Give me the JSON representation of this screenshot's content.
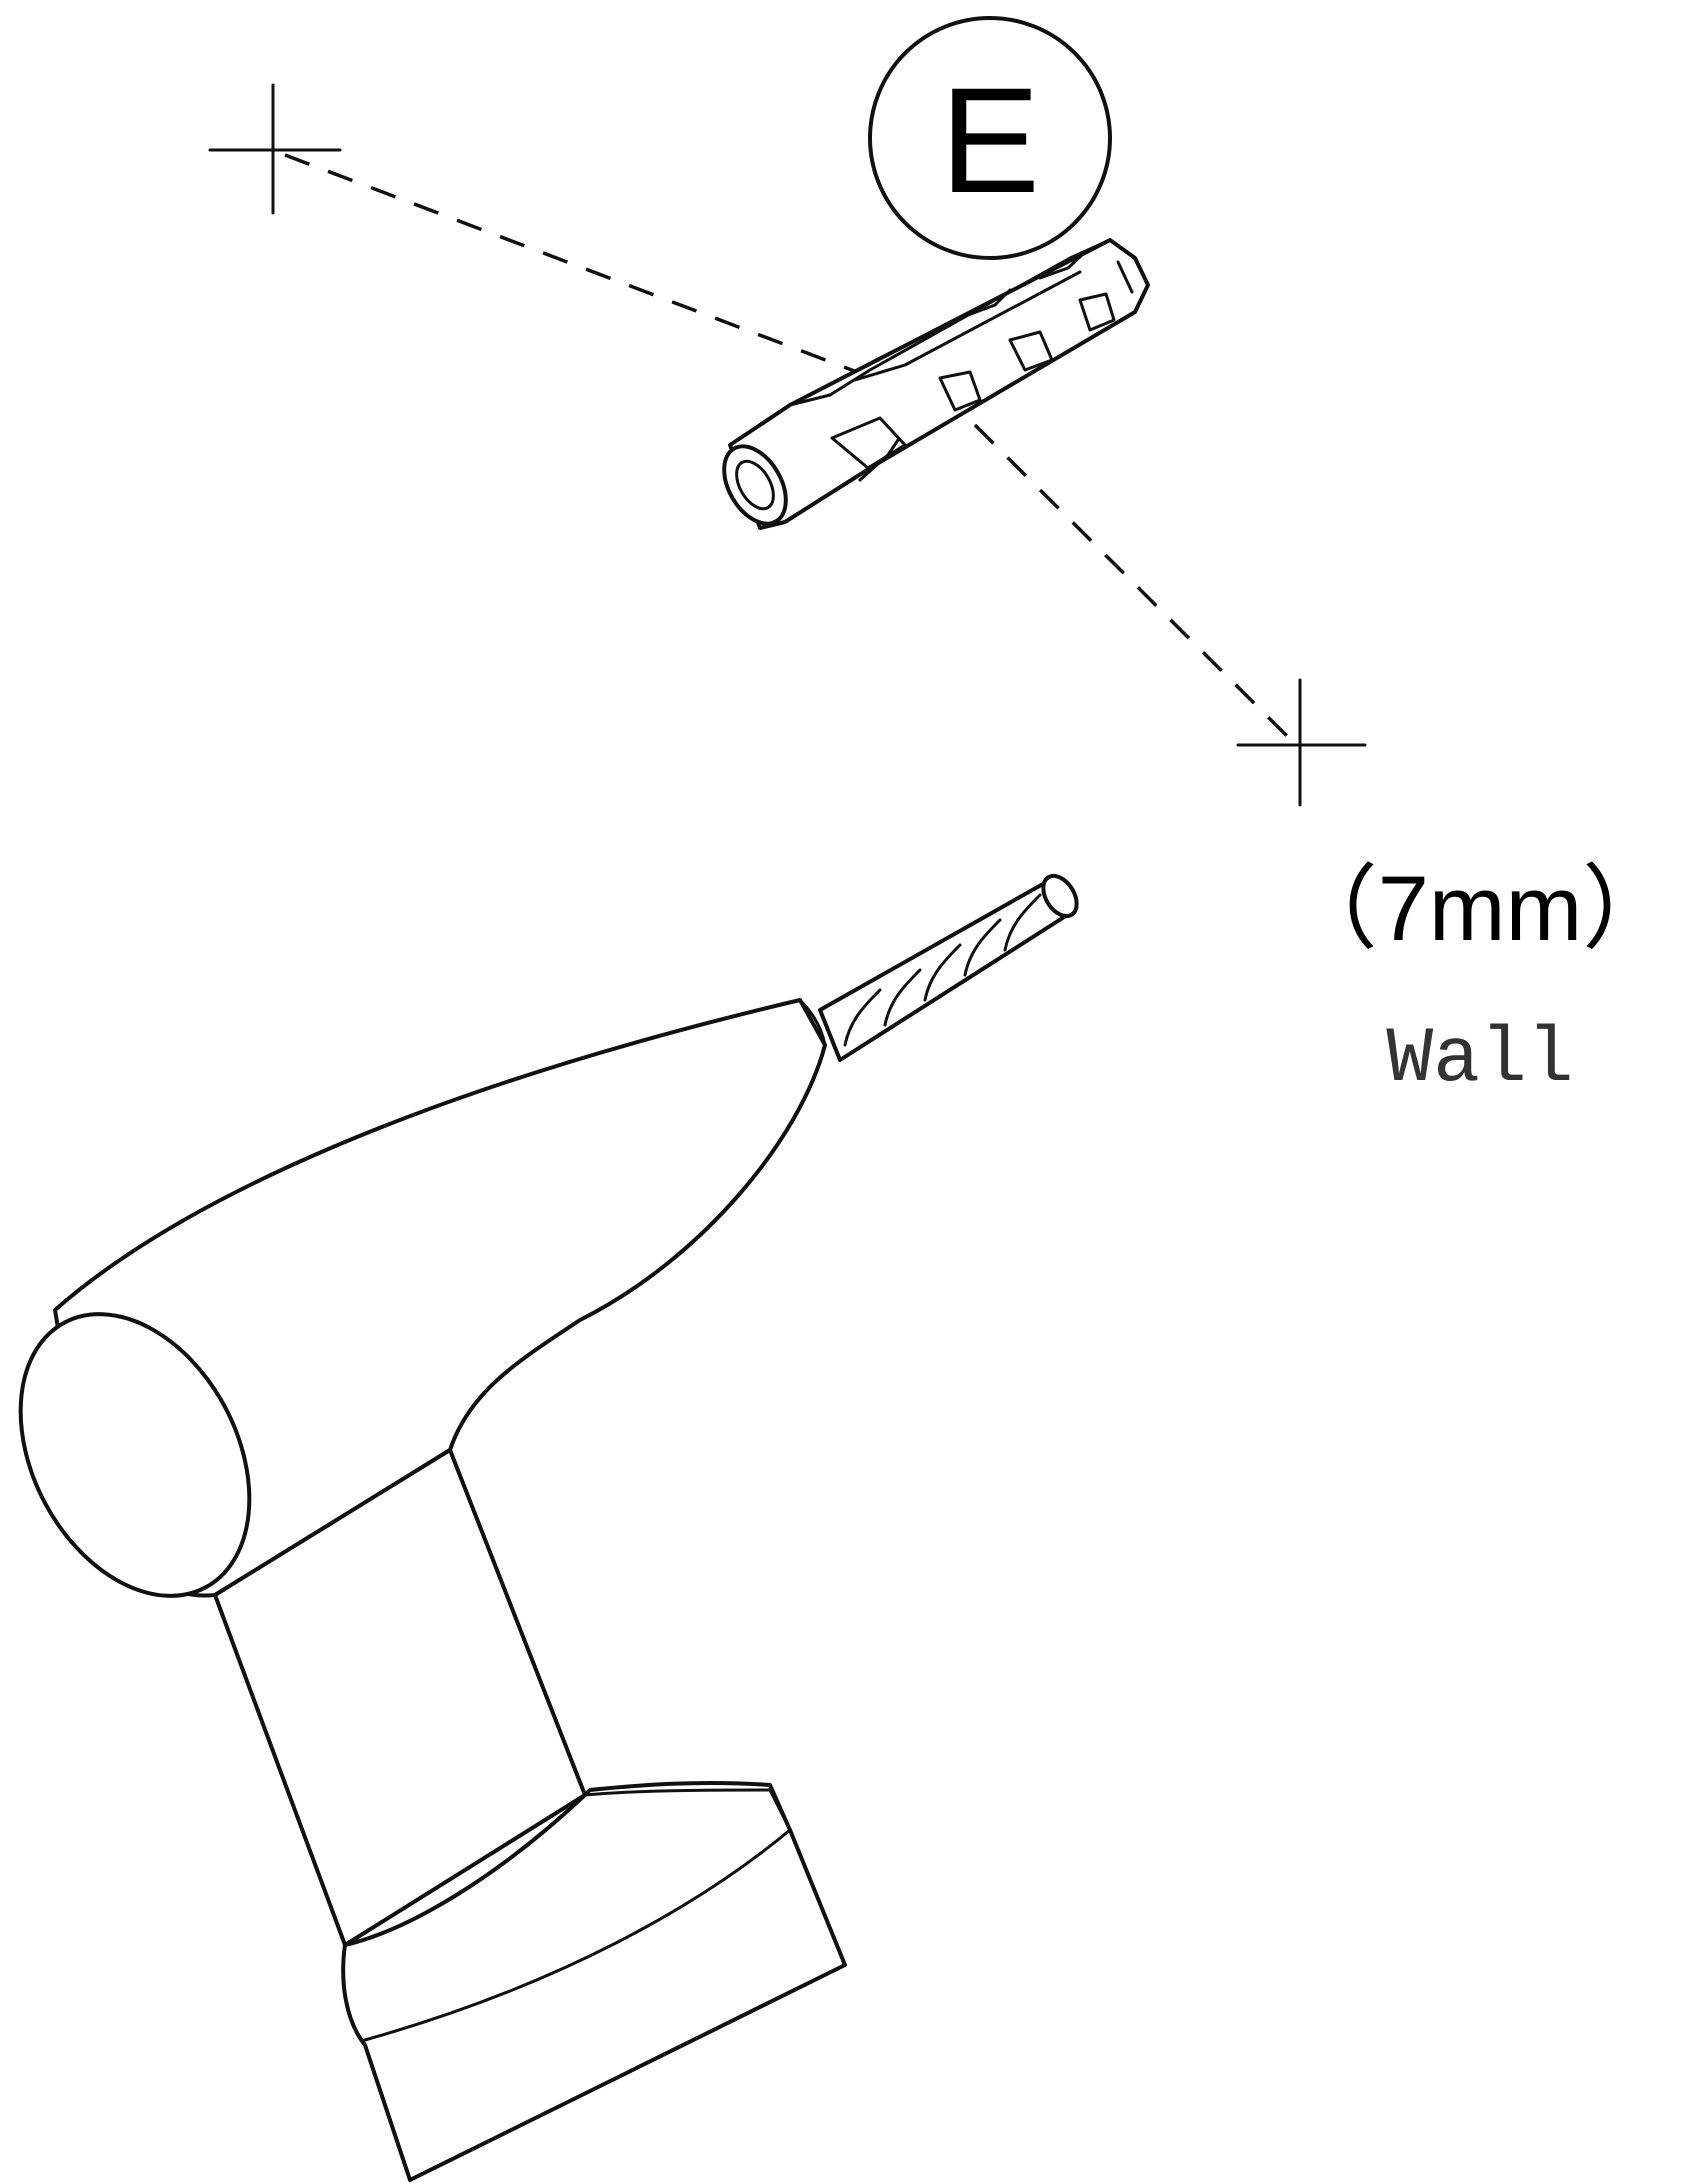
{
  "part_label": "E",
  "drill_size": "（7mm）",
  "surface_label": "Wall",
  "colors": {
    "line": "#111111",
    "background": "#ffffff"
  }
}
